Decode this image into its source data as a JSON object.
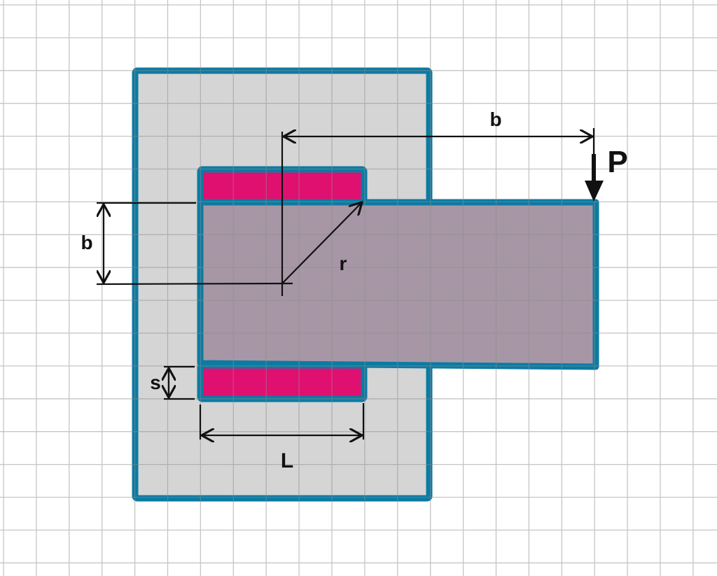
{
  "labels": {
    "b_horizontal": "b",
    "b_vertical": "b",
    "load": "P",
    "radius": "r",
    "thickness": "s",
    "length": "L"
  },
  "colors": {
    "outline": "#0b7ba3",
    "housing_fill": "#d5d5d5",
    "beam_fill": "#a797a6",
    "weld_fill": "#e01070",
    "grid": "#9a9a9a",
    "dimension": "#111111"
  }
}
